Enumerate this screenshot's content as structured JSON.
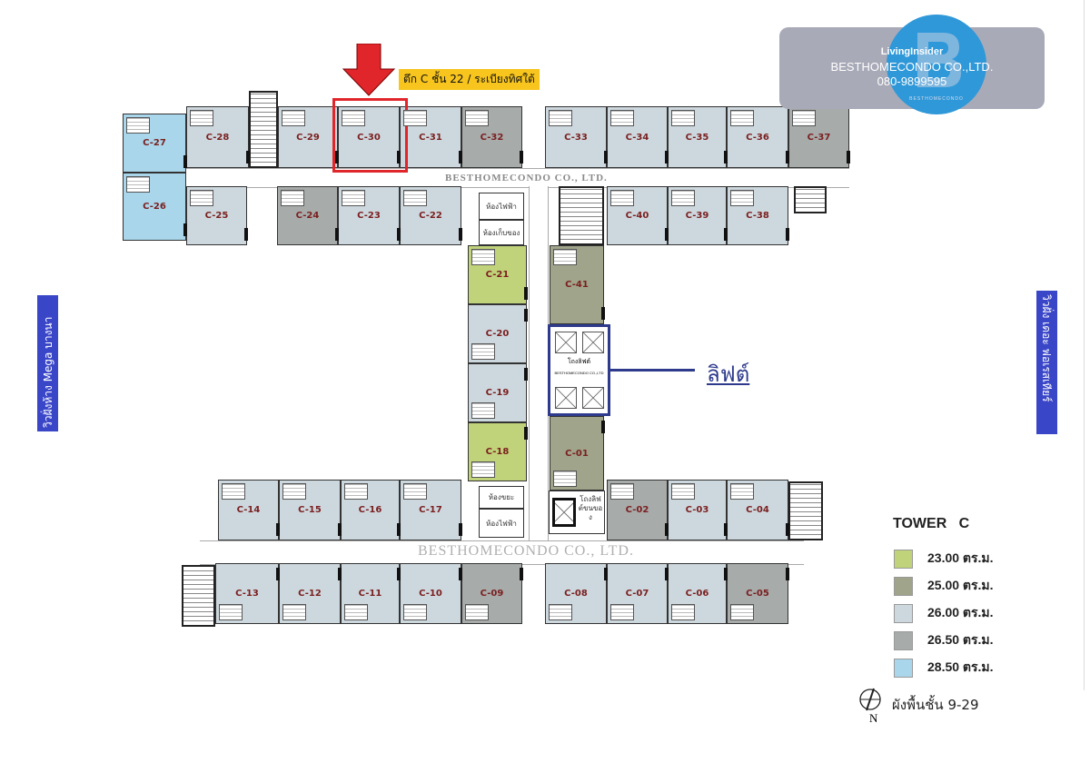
{
  "annotation": {
    "label": "ตึก C ชั้น 22 / ระเบียงทิศใต้",
    "highlight_unit": "C-30"
  },
  "watermark": {
    "brand": "LivingInsider",
    "company": "BESTHOMECONDO CO.,LTD.",
    "phone": "080-9899595",
    "logo_text": "BESTHOMECONDO"
  },
  "plan_watermarks": [
    "BESTHOMECONDO CO., LTD.",
    "BESTHOMECONDO CO., LTD."
  ],
  "side_labels": {
    "left": "วิวฝั่งห้าง Mega บางนา",
    "right": "วิวฝั่ง เดอะ ฟอเรสเทียร์"
  },
  "lift": {
    "callout": "ลิฟต์",
    "lobby": "โถงลิฟต์",
    "lobby_sub": "BESTHOMECONDO CO.,LTD"
  },
  "service_rooms": {
    "electrical_top": "ห้องไฟฟ้า",
    "storage": "ห้องเก็บของ",
    "garbage": "ห้องขยะ",
    "electrical_bottom": "ห้องไฟฟ้า",
    "service_lift": "โถงลิฟต์ขนของ"
  },
  "legend": {
    "title": "TOWER   C",
    "items": [
      {
        "key": "a23",
        "label": "23.00  ตร.ม.",
        "color": "#c1d37a"
      },
      {
        "key": "a25",
        "label": "25.00  ตร.ม.",
        "color": "#9fa48a"
      },
      {
        "key": "a26",
        "label": "26.00  ตร.ม.",
        "color": "#cdd8de"
      },
      {
        "key": "a265",
        "label": "26.50  ตร.ม.",
        "color": "#a7abaa"
      },
      {
        "key": "a285",
        "label": "28.50  ตร.ม.",
        "color": "#a9d6ea"
      }
    ],
    "north": "N",
    "floor_label": "ผังพื้นชั้น 9-29"
  },
  "units": [
    {
      "id": "C-01",
      "type": "a25"
    },
    {
      "id": "C-02",
      "type": "a265"
    },
    {
      "id": "C-03",
      "type": "a26"
    },
    {
      "id": "C-04",
      "type": "a26"
    },
    {
      "id": "C-05",
      "type": "a265"
    },
    {
      "id": "C-06",
      "type": "a26"
    },
    {
      "id": "C-07",
      "type": "a26"
    },
    {
      "id": "C-08",
      "type": "a26"
    },
    {
      "id": "C-09",
      "type": "a265"
    },
    {
      "id": "C-10",
      "type": "a26"
    },
    {
      "id": "C-11",
      "type": "a26"
    },
    {
      "id": "C-12",
      "type": "a26"
    },
    {
      "id": "C-13",
      "type": "a26"
    },
    {
      "id": "C-14",
      "type": "a26"
    },
    {
      "id": "C-15",
      "type": "a26"
    },
    {
      "id": "C-16",
      "type": "a26"
    },
    {
      "id": "C-17",
      "type": "a26"
    },
    {
      "id": "C-18",
      "type": "a23"
    },
    {
      "id": "C-19",
      "type": "a26"
    },
    {
      "id": "C-20",
      "type": "a26"
    },
    {
      "id": "C-21",
      "type": "a23"
    },
    {
      "id": "C-22",
      "type": "a26"
    },
    {
      "id": "C-23",
      "type": "a26"
    },
    {
      "id": "C-24",
      "type": "a265"
    },
    {
      "id": "C-25",
      "type": "a26"
    },
    {
      "id": "C-26",
      "type": "a285"
    },
    {
      "id": "C-27",
      "type": "a285"
    },
    {
      "id": "C-28",
      "type": "a26"
    },
    {
      "id": "C-29",
      "type": "a26"
    },
    {
      "id": "C-30",
      "type": "a26"
    },
    {
      "id": "C-31",
      "type": "a26"
    },
    {
      "id": "C-32",
      "type": "a265"
    },
    {
      "id": "C-33",
      "type": "a26"
    },
    {
      "id": "C-34",
      "type": "a26"
    },
    {
      "id": "C-35",
      "type": "a26"
    },
    {
      "id": "C-36",
      "type": "a26"
    },
    {
      "id": "C-37",
      "type": "a265"
    },
    {
      "id": "C-38",
      "type": "a26"
    },
    {
      "id": "C-39",
      "type": "a26"
    },
    {
      "id": "C-40",
      "type": "a26"
    },
    {
      "id": "C-41",
      "type": "a25"
    }
  ]
}
